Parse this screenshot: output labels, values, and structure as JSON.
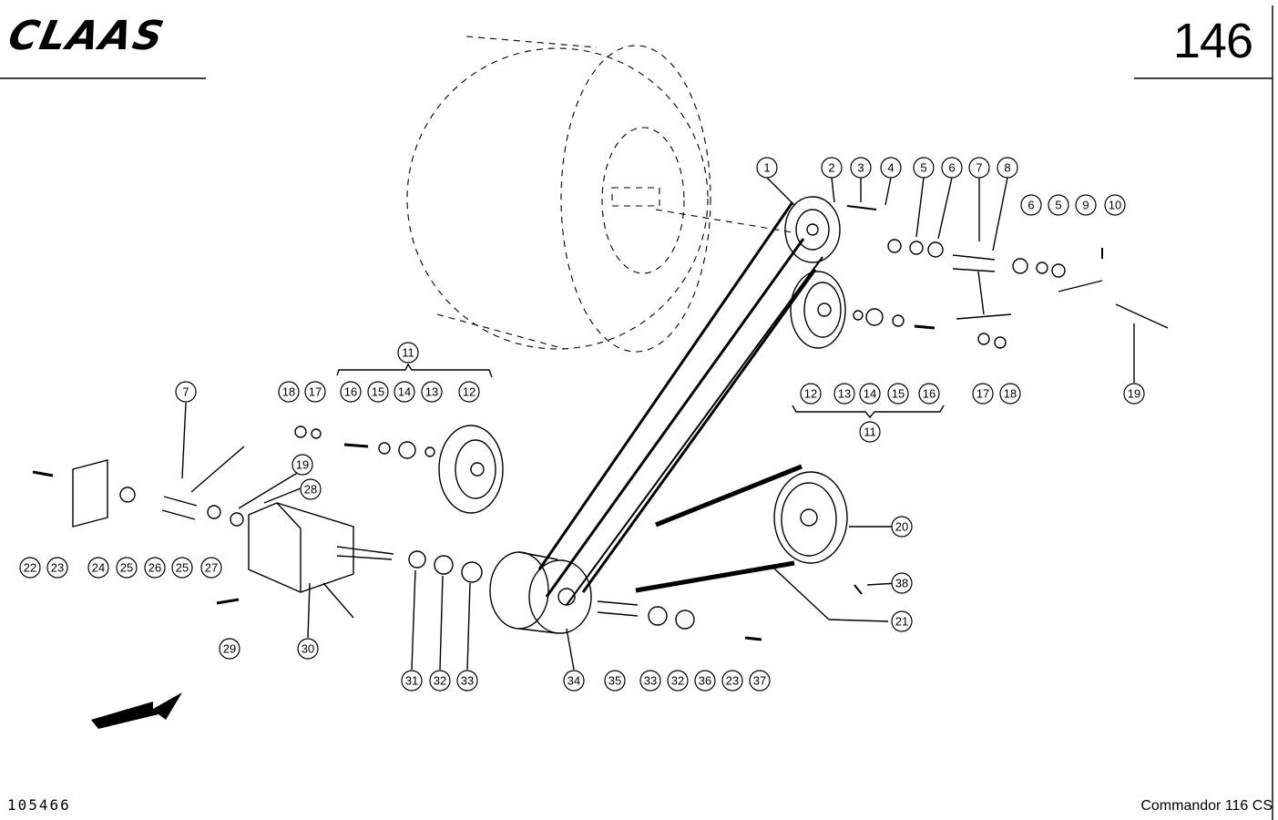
{
  "header": {
    "brand": "CLAAS",
    "page_number": "146"
  },
  "footer": {
    "document_number": "105466",
    "model": "Commandor 116 CS"
  },
  "callouts": [
    "1",
    "2",
    "3",
    "4",
    "5",
    "6",
    "7",
    "8",
    "6",
    "5",
    "9",
    "10",
    "12",
    "13",
    "14",
    "15",
    "16",
    "17",
    "18",
    "19",
    "11",
    "11",
    "16",
    "15",
    "14",
    "13",
    "12",
    "18",
    "17",
    "7",
    "19",
    "28",
    "22",
    "23",
    "24",
    "25",
    "26",
    "25",
    "27",
    "20",
    "38",
    "21",
    "29",
    "30",
    "31",
    "32",
    "33",
    "34",
    "35",
    "33",
    "32",
    "36",
    "23",
    "37"
  ]
}
